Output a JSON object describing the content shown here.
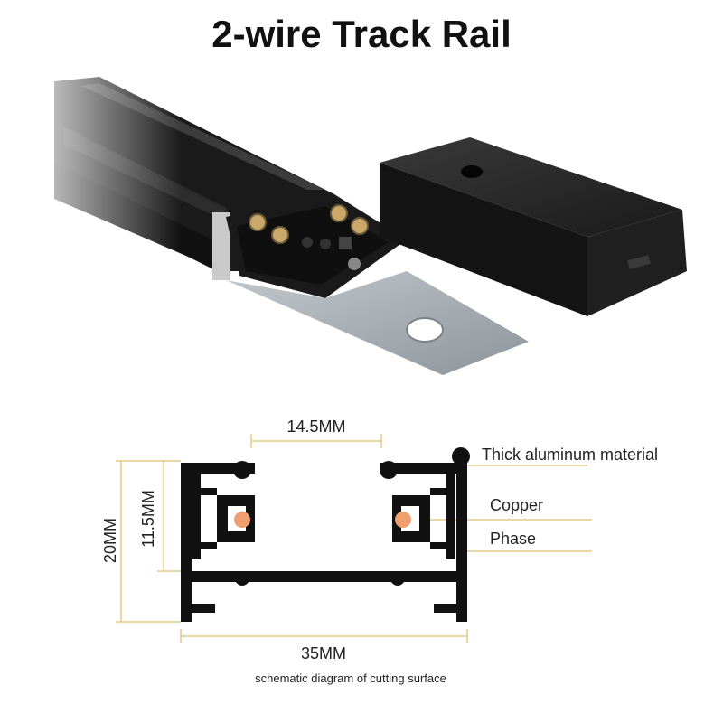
{
  "title": "2-wire Track Rail",
  "dimensions": {
    "width": "14.5MM",
    "height_outer": "20MM",
    "height_inner": "11.5MM",
    "total_width": "35MM"
  },
  "labels": {
    "material": "Thick aluminum material",
    "copper": "Copper",
    "phase": "Phase"
  },
  "caption": "schematic diagram of cutting surface",
  "colors": {
    "rail": "#111111",
    "copper_dot": "#f0a070",
    "dimension_line": "#e3c98a",
    "cover_plate": "#9aa2a8"
  }
}
